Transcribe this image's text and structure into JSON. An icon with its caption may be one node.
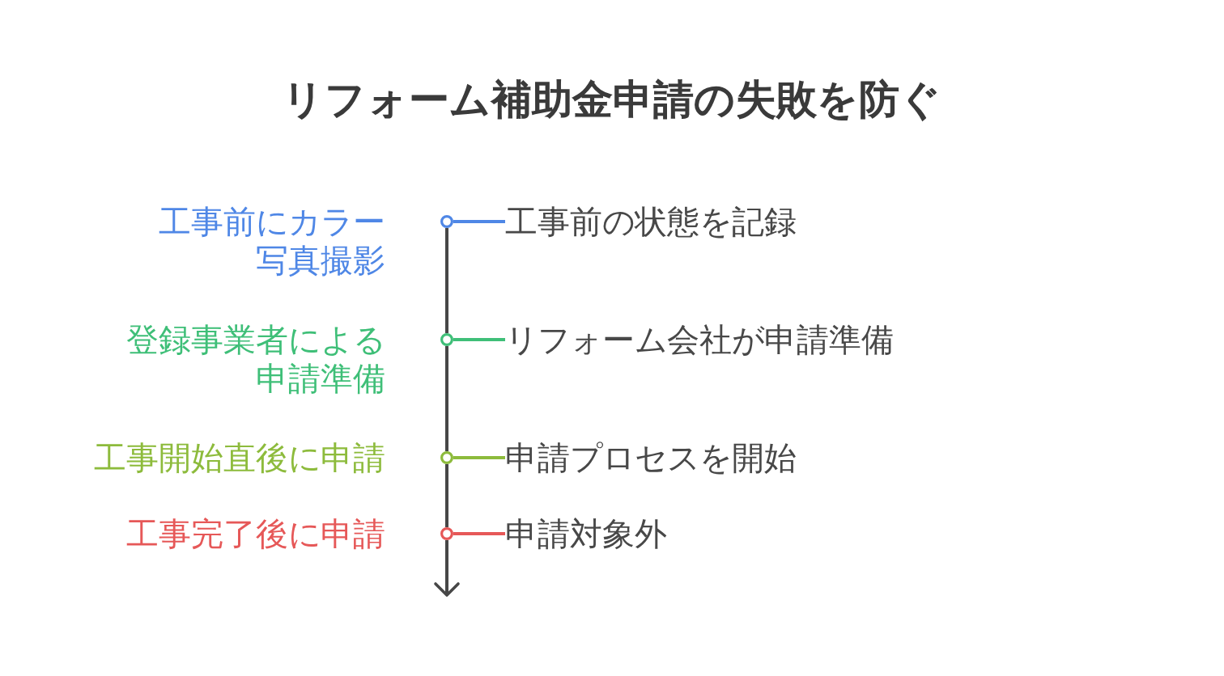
{
  "diagram": {
    "title": "リフォーム補助金申請の失敗を防ぐ",
    "nodes": [
      {
        "text": [],
        "shape": "circle",
        "beside": [
          "工事前にカラー写真撮影"
        ]
      },
      {
        "text": [
          "工事前の状態を記録"
        ]
      },
      {
        "text": [],
        "shape": "circle",
        "beside": [
          "登録事業者による申請準備"
        ]
      },
      {
        "text": [
          "リフォーム会社が申請準備"
        ]
      },
      {
        "text": [],
        "shape": "circle",
        "beside": [
          "工事開始直後に申請"
        ]
      },
      {
        "text": [
          "申請プロセスを開始"
        ]
      },
      {
        "text": [],
        "shape": "circle",
        "beside": [
          "工事完了後に申請"
        ]
      },
      {
        "text": [
          "申請対象外"
        ]
      }
    ],
    "edges": [
      {
        "from": 0,
        "to": 1,
        "arrow": "none",
        "color": "#4f87e6"
      },
      {
        "from": 2,
        "to": 3,
        "arrow": "none",
        "color": "#3fbf78"
      },
      {
        "from": 4,
        "to": 5,
        "arrow": "none",
        "color": "#8dbb3c"
      },
      {
        "from": 6,
        "to": 7,
        "arrow": "none",
        "color": "#e65858"
      },
      {
        "from": 0,
        "to": 2,
        "arrow": "none"
      },
      {
        "from": 2,
        "to": 4,
        "arrow": "none"
      },
      {
        "from": 4,
        "to": 6,
        "arrow": "none"
      },
      {
        "from": 6,
        "to": null,
        "arrow": "to"
      }
    ]
  }
}
